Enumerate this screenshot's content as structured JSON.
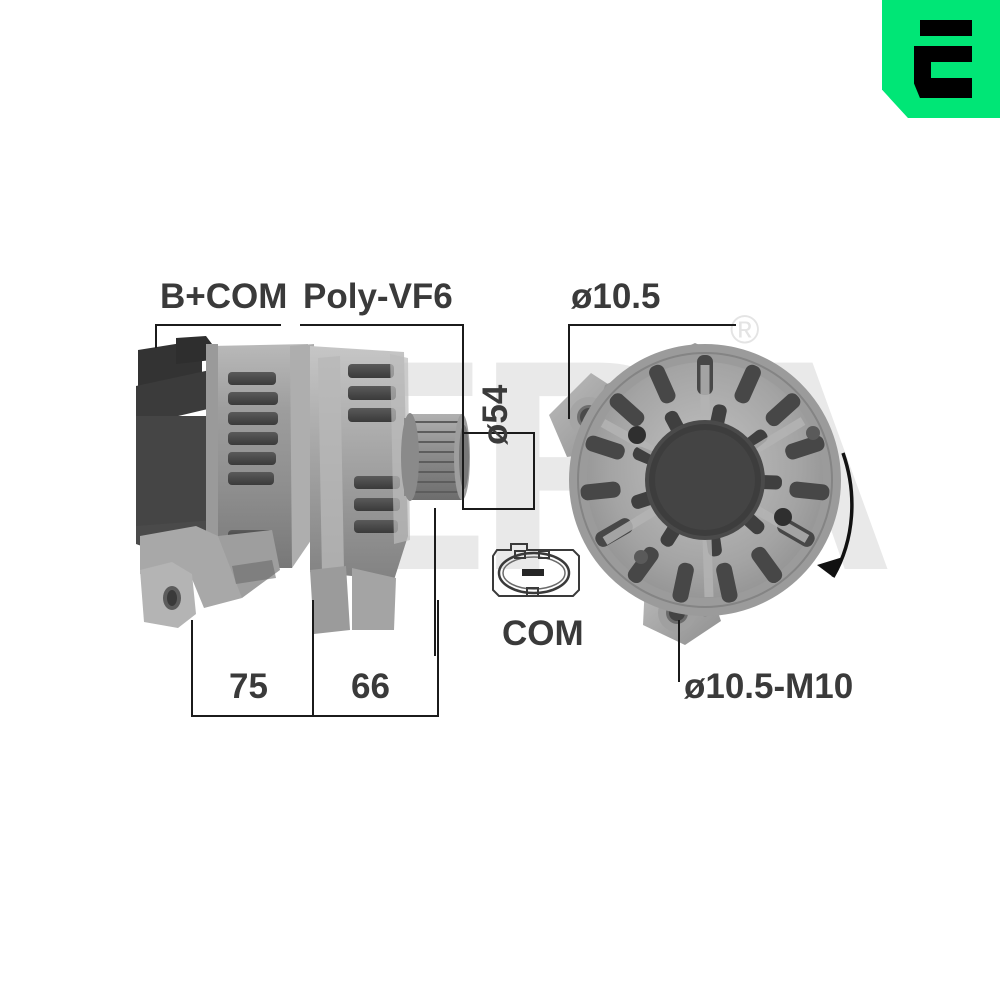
{
  "product": {
    "type": "alternator",
    "views": [
      "side-view",
      "rear-view",
      "connector-detail"
    ]
  },
  "brand": {
    "logo_name": "era-logo",
    "logo_letter": "E",
    "logo_bg_color": "#00e676",
    "logo_fg_color": "#000000"
  },
  "watermark": {
    "text": "ERA",
    "registered_mark": "®",
    "color": "#e9e9e9"
  },
  "annotations": {
    "terminal": {
      "label": "B+COM",
      "name": "terminal-label"
    },
    "pulley": {
      "label": "Poly-VF6",
      "name": "pulley-type-label"
    },
    "pulley_diameter": {
      "label": "ø54",
      "name": "pulley-diameter-label",
      "orientation": "vertical"
    },
    "mount_hole_top": {
      "label": "ø10.5",
      "name": "top-mount-hole-label"
    },
    "mount_hole_bottom": {
      "label": "ø10.5-M10",
      "name": "bottom-mount-hole-label"
    },
    "connector": {
      "label": "COM",
      "name": "com-connector-label"
    },
    "dimension_a": {
      "label": "75",
      "name": "dimension-75-label"
    },
    "dimension_b": {
      "label": "66",
      "name": "dimension-66-label"
    }
  },
  "rotation": {
    "direction": "clockwise",
    "indicator": "curved-arrow"
  }
}
